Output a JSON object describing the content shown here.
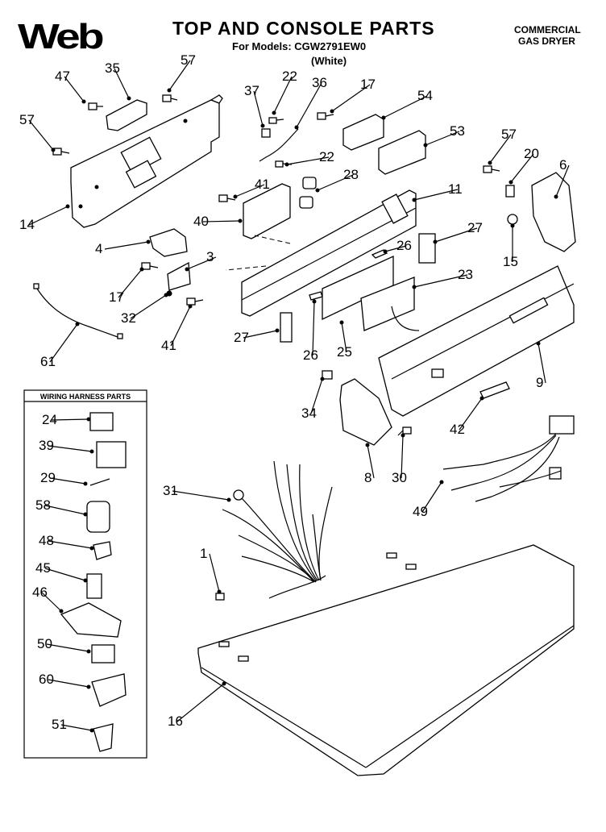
{
  "header": {
    "brand": "Web",
    "title": "TOP AND CONSOLE PARTS",
    "models_line": "For Models: CGW2791EW0",
    "finish": "(White)",
    "product_line1": "COMMERCIAL",
    "product_line2": "GAS DRYER"
  },
  "legend": {
    "title": "WIRING HARNESS PARTS"
  },
  "callouts": [
    "47",
    "35",
    "57",
    "37",
    "22",
    "36",
    "17",
    "54",
    "53",
    "57",
    "20",
    "6",
    "57",
    "14",
    "22",
    "28",
    "41",
    "11",
    "40",
    "27",
    "15",
    "26",
    "4",
    "3",
    "17",
    "32",
    "23",
    "61",
    "41",
    "27",
    "26",
    "25",
    "9",
    "34",
    "42",
    "8",
    "30",
    "49",
    "31",
    "1",
    "16",
    "24",
    "39",
    "29",
    "58",
    "48",
    "45",
    "46",
    "50",
    "60",
    "51"
  ]
}
